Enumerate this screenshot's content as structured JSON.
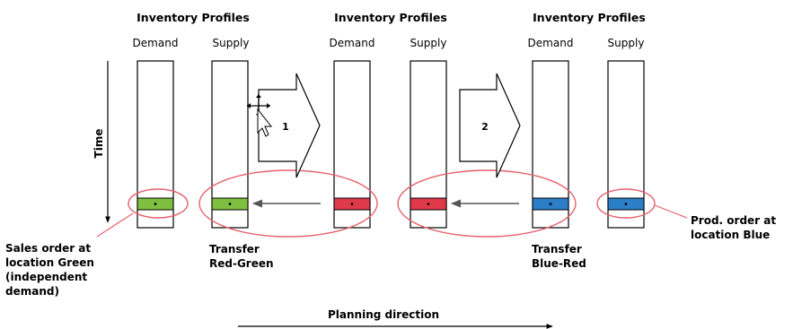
{
  "header_title": "Inventory Profiles",
  "column_labels": {
    "demand": "Demand",
    "supply": "Supply"
  },
  "time_label": "Time",
  "steps": [
    "1",
    "2"
  ],
  "callouts": {
    "sales_order": [
      "Sales order at",
      "location Green",
      "(independent",
      "demand)"
    ],
    "transfer_red_green": [
      "Transfer",
      "Red-Green"
    ],
    "transfer_blue_red": [
      "Transfer",
      "Blue-Red"
    ],
    "prod_order": [
      "Prod. order at",
      "location Blue"
    ]
  },
  "planning_direction": "Planning direction",
  "colors": {
    "green": "#7fbf3f",
    "red": "#e03a4a",
    "blue": "#2a7fc8",
    "ellipse": "#e5626c",
    "arrow_gray": "#555555"
  }
}
